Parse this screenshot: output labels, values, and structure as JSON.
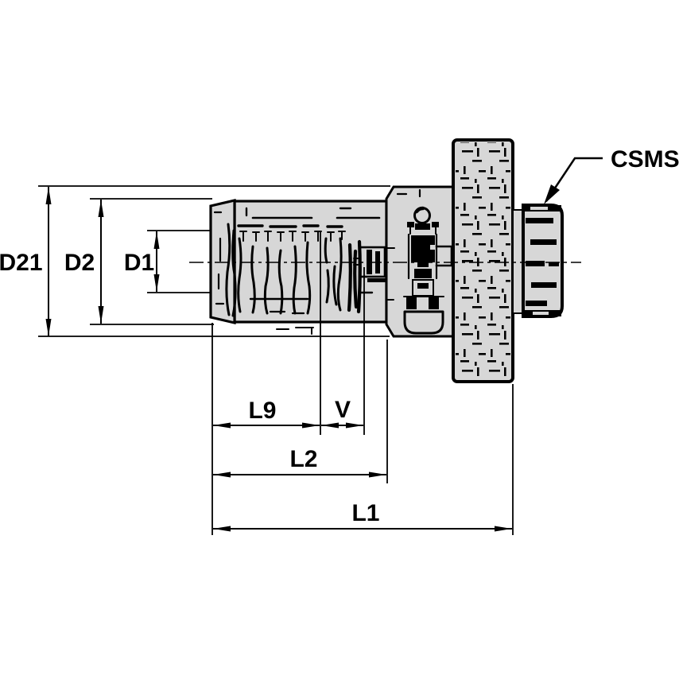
{
  "drawing": {
    "dimension_labels": {
      "d21": "D21",
      "d2": "D2",
      "d1": "D1",
      "l9": "L9",
      "v": "V",
      "l2": "L2",
      "l1": "L1"
    },
    "callouts": {
      "csms": "CSMS"
    },
    "colors": {
      "background": "#ffffff",
      "line": "#000000",
      "metal_fill": "#d7d7d7"
    }
  }
}
